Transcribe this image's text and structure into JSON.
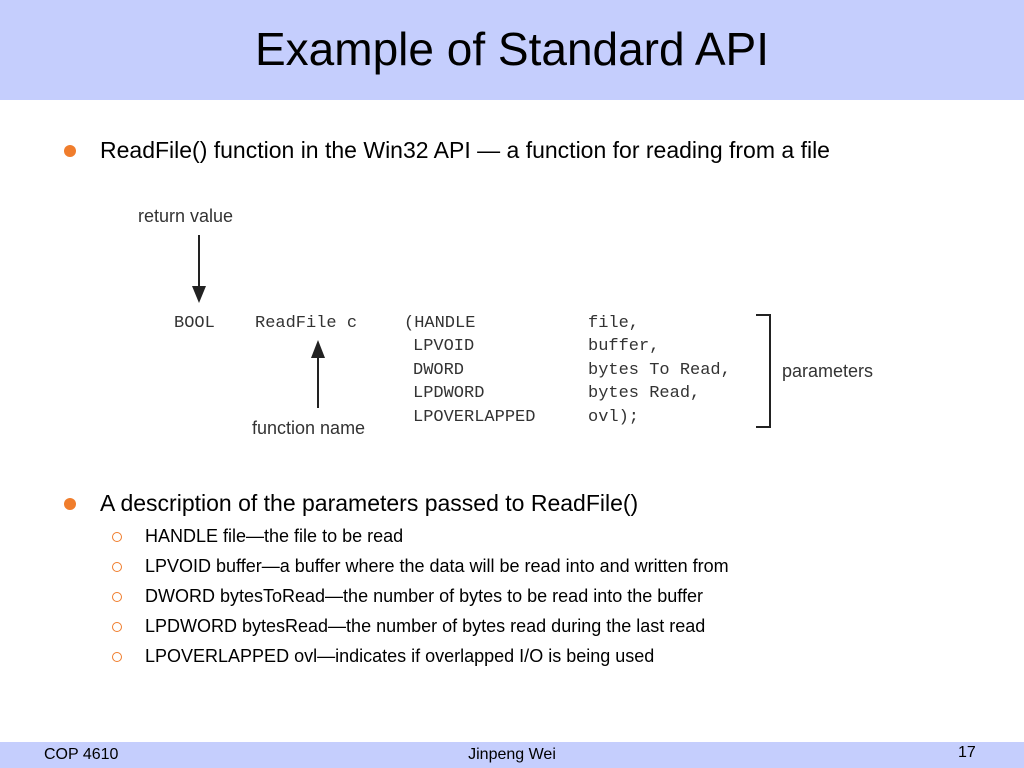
{
  "slide": {
    "title": "Example of Standard API",
    "bullets": [
      "ReadFile() function in the Win32 API — a function for reading from a file",
      "A description of the parameters passed to ReadFile()"
    ],
    "sub_bullets": [
      "HANDLE file—the file to be read",
      "LPVOID buffer—a buffer where the data will be read into and written from",
      "DWORD bytesToRead—the number of bytes to be read into the buffer",
      "LPDWORD bytesRead—the number of bytes read during the last read",
      "LPOVERLAPPED ovl—indicates if overlapped I/O is being used"
    ],
    "accent_color": "#f07d2c",
    "band_color": "#c5cefd"
  },
  "diagram": {
    "return_label": "return value",
    "function_label": "function name",
    "params_label": "parameters",
    "bool": "BOOL",
    "fname": "ReadFile c",
    "types": [
      "(HANDLE",
      "LPVOID",
      "DWORD",
      "LPDWORD",
      "LPOVERLAPPED"
    ],
    "args": [
      "file,",
      "buffer,",
      "bytes To Read,",
      "bytes Read,",
      "ovl);"
    ]
  },
  "footer": {
    "course": "COP 4610",
    "author": "Jinpeng Wei",
    "page": "17"
  }
}
